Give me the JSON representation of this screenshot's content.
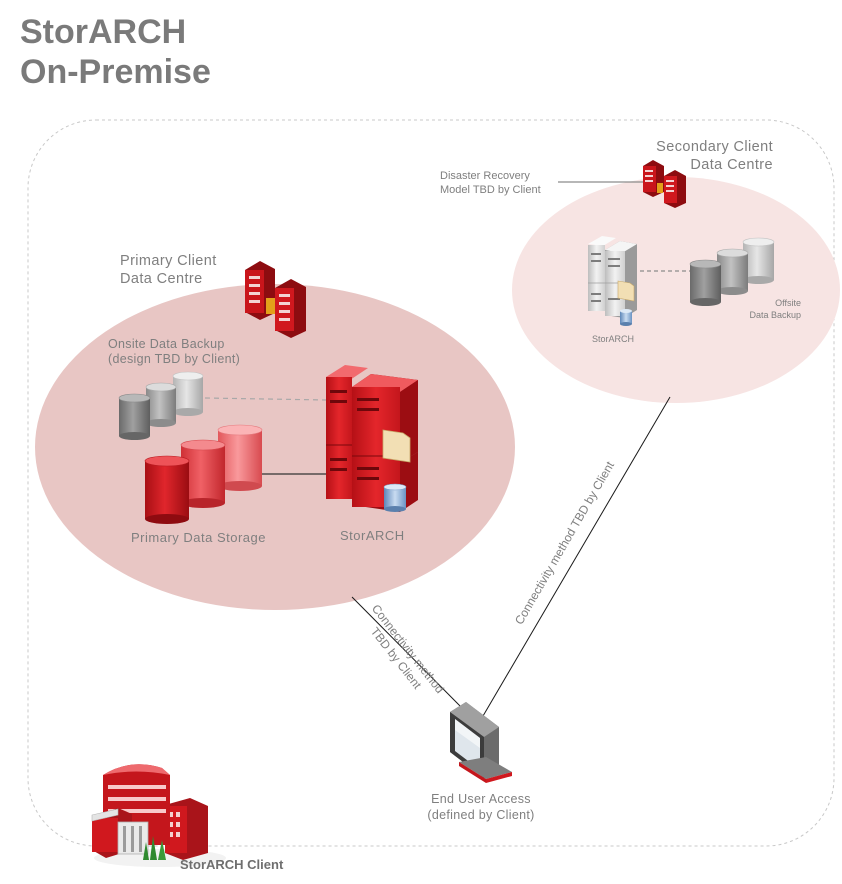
{
  "title": {
    "line1": "StorARCH",
    "line2": "On-Premise"
  },
  "primary_site": {
    "label_line1": "Primary Client",
    "label_line2": "Data Centre",
    "backup_line1": "Onsite Data Backup",
    "backup_line2": "(design TBD by Client)",
    "storage_label": "Primary Data Storage",
    "server_label": "StorARCH"
  },
  "secondary_site": {
    "label_line1": "Secondary Client",
    "label_line2": "Data Centre",
    "dr_line1": "Disaster Recovery",
    "dr_line2": "Model TBD by Client",
    "server_label": "StorARCH",
    "backup_line1": "Offsite",
    "backup_line2": "Data Backup"
  },
  "connections": {
    "primary_line1": "Connectivity method",
    "primary_line2": "TBD by Client",
    "secondary": "Connectivity method TBD by Client"
  },
  "end_user": {
    "line1": "End User Access",
    "line2": "(defined by Client)"
  },
  "client": {
    "label": "StorARCH Client"
  },
  "colors": {
    "accent_red": "#d0181e",
    "zone_primary": "#e8c6c4",
    "zone_secondary": "#f7e4e3",
    "text_gray": "#7f7f7f"
  }
}
